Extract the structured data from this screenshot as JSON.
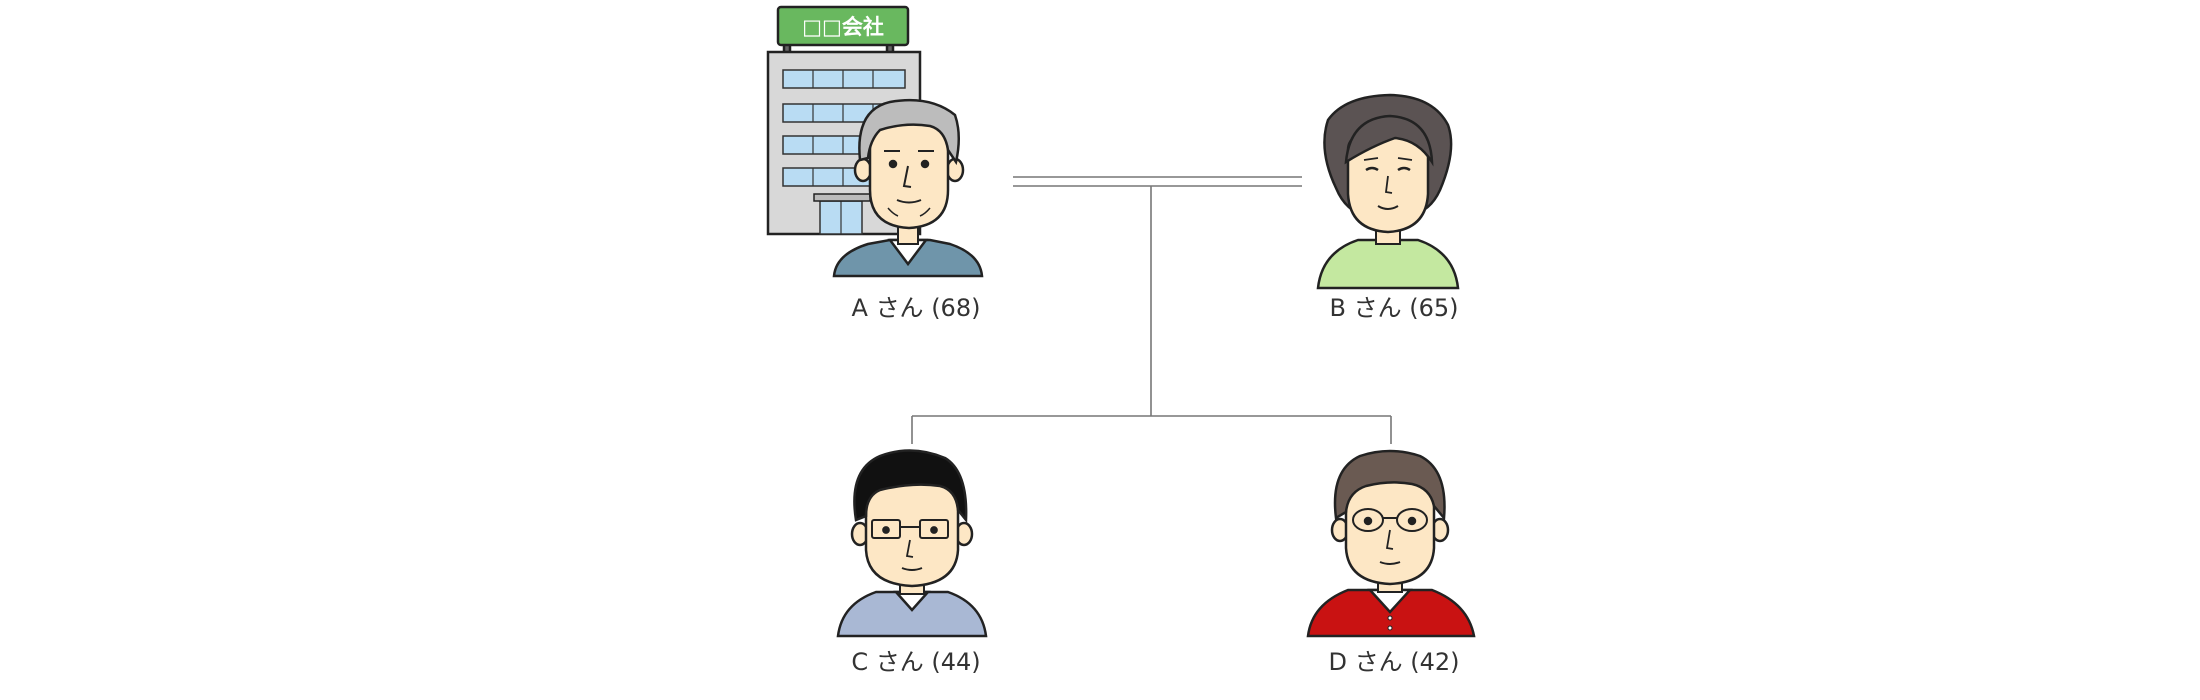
{
  "company_sign": "□□会社",
  "people": [
    {
      "id": "A",
      "label": "A さん (68)",
      "shirt_color": "#6f95aa"
    },
    {
      "id": "B",
      "label": "B さん (65)",
      "shirt_color": "#c4e8a0"
    },
    {
      "id": "C",
      "label": "C さん (44)",
      "shirt_color": "#a9b8d4"
    },
    {
      "id": "D",
      "label": "D さん (42)",
      "shirt_color": "#c91212"
    }
  ],
  "colors": {
    "sign": "#69b85f",
    "building": "#d8d8d8",
    "window": "#b9dcf3",
    "skin": "#fde7c5",
    "line": "#777777"
  }
}
